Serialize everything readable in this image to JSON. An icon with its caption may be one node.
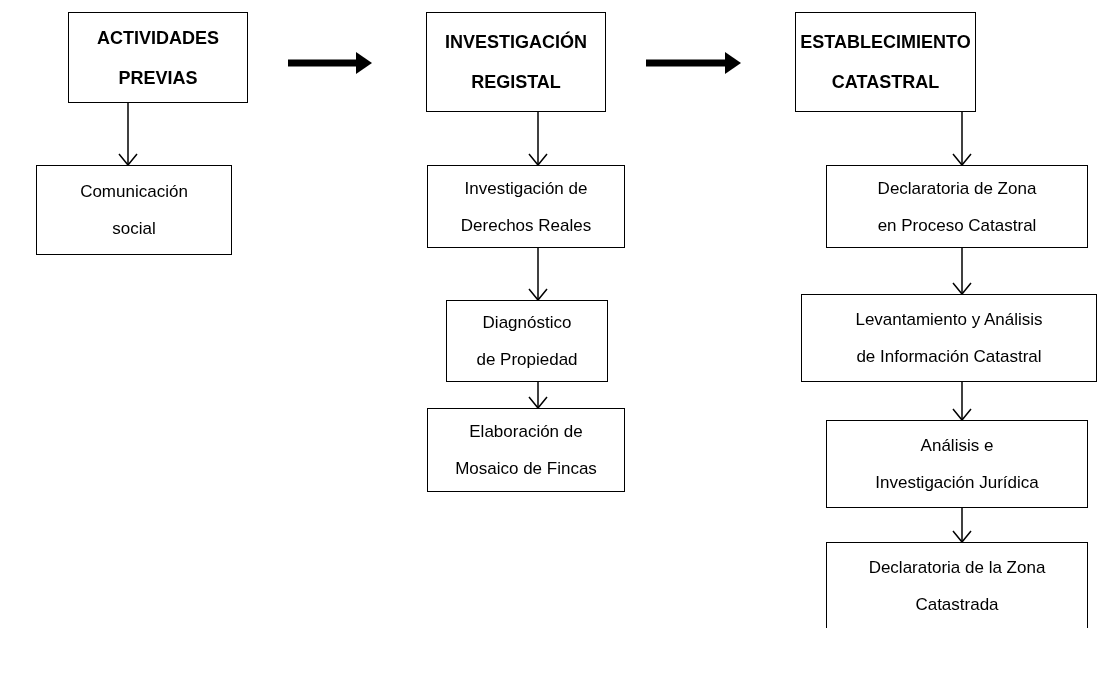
{
  "diagram": {
    "nodes": [
      {
        "text": [
          "ACTIVIDADES PREVIAS"
        ]
      },
      {
        "text": [
          "INVESTIGACIÓN REGISTAL"
        ]
      },
      {
        "text": [
          "ESTABLECIMIENTO CATASTRAL"
        ]
      },
      {
        "text": [
          "Comunicación social"
        ]
      },
      {
        "text": [
          "Investigación de Derechos Reales"
        ]
      },
      {
        "text": [
          "Diagnóstico de Propiedad"
        ]
      },
      {
        "text": [
          "Elaboración de Mosaico de Fincas"
        ]
      },
      {
        "text": [
          "Declaratoria de Zona en Proceso Catastral"
        ]
      },
      {
        "text": [
          "Levantamiento y Análisis de Información Catastral"
        ]
      },
      {
        "text": [
          "Análisis e Investigación Jurídica"
        ]
      },
      {
        "text": [
          "Declaratoria de la Zona Catastrada"
        ]
      }
    ],
    "edges": [
      {
        "from": 0,
        "to": 1,
        "arrow": "to",
        "style": "thick"
      },
      {
        "from": 1,
        "to": 2,
        "arrow": "to",
        "style": "thick"
      },
      {
        "from": 0,
        "to": 3,
        "arrow": "to"
      },
      {
        "from": 1,
        "to": 4,
        "arrow": "to"
      },
      {
        "from": 4,
        "to": 5,
        "arrow": "to"
      },
      {
        "from": 5,
        "to": 6,
        "arrow": "to"
      },
      {
        "from": 2,
        "to": 7,
        "arrow": "to"
      },
      {
        "from": 7,
        "to": 8,
        "arrow": "to"
      },
      {
        "from": 8,
        "to": 9,
        "arrow": "to"
      },
      {
        "from": 9,
        "to": 10,
        "arrow": "to"
      }
    ]
  }
}
